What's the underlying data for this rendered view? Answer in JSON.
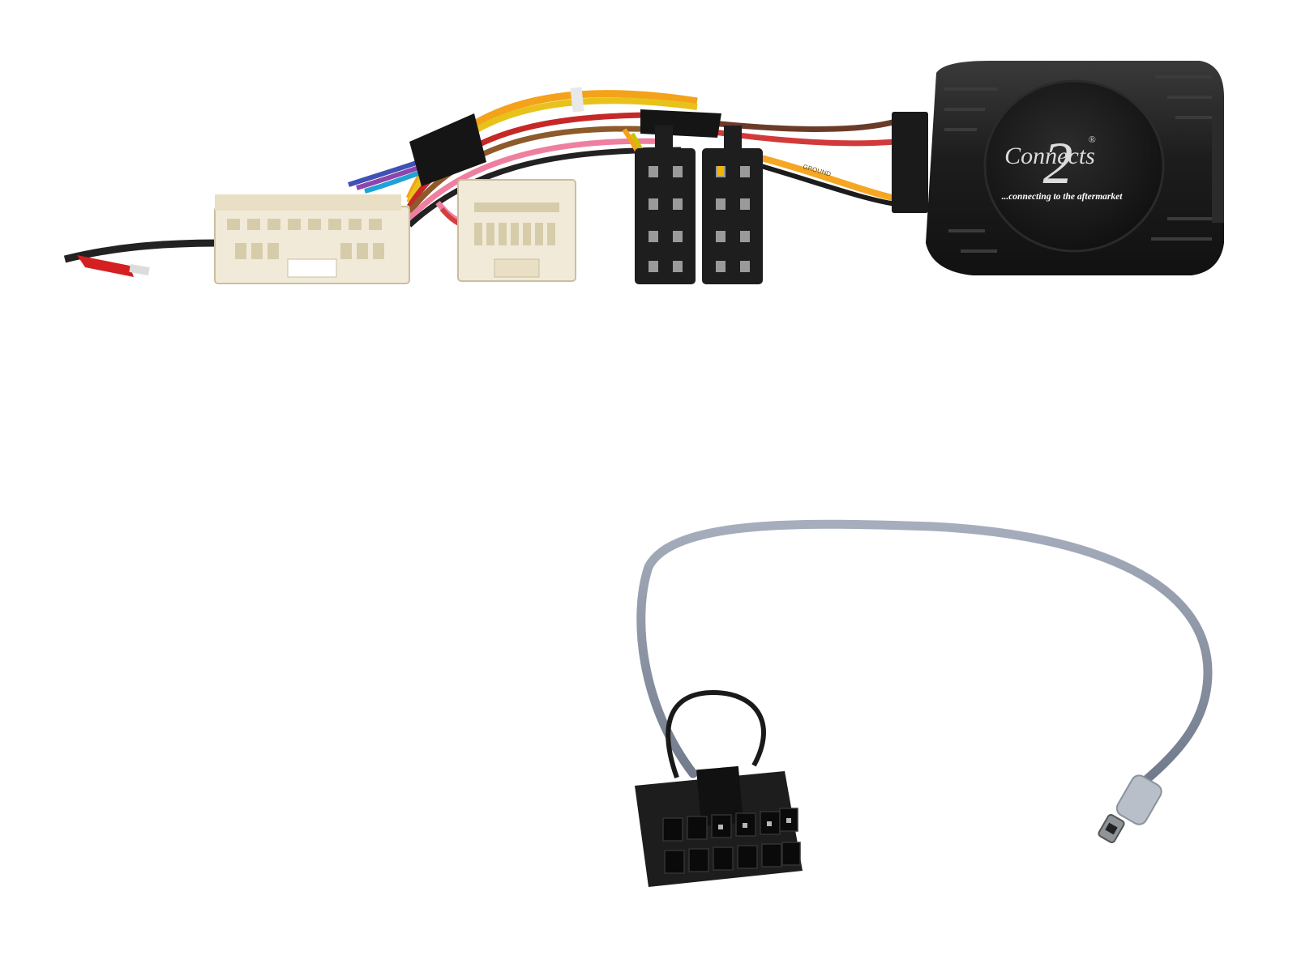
{
  "product": {
    "brand_wordmark": "Connects",
    "brand_numeral": "2",
    "registered_mark": "®",
    "tagline": "...connecting to the aftermarket",
    "cable_print": "GROUND"
  },
  "colors": {
    "background": "#ffffff",
    "module_body": "#1c1c1c",
    "white_connector": "#f1ead8",
    "black_connector": "#1e1e1e",
    "patch_cable": "#8a93a3"
  }
}
